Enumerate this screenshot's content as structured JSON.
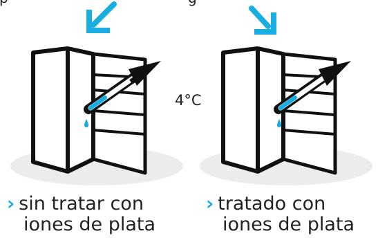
{
  "top_text_clipped": "p ... g",
  "temperature": "4°C",
  "fridges": [
    {
      "label_line1": "sin tratar con",
      "label_line2": "iones de plata",
      "shelf_color": "#8c9a98"
    },
    {
      "label_line1": "tratado con",
      "label_line2": "iones de plata",
      "shelf_color": "#d8262b"
    }
  ],
  "colors": {
    "arrow": "#1aade2",
    "drop": "#1aade2",
    "outline": "#111111",
    "shadow": "#ececec"
  }
}
